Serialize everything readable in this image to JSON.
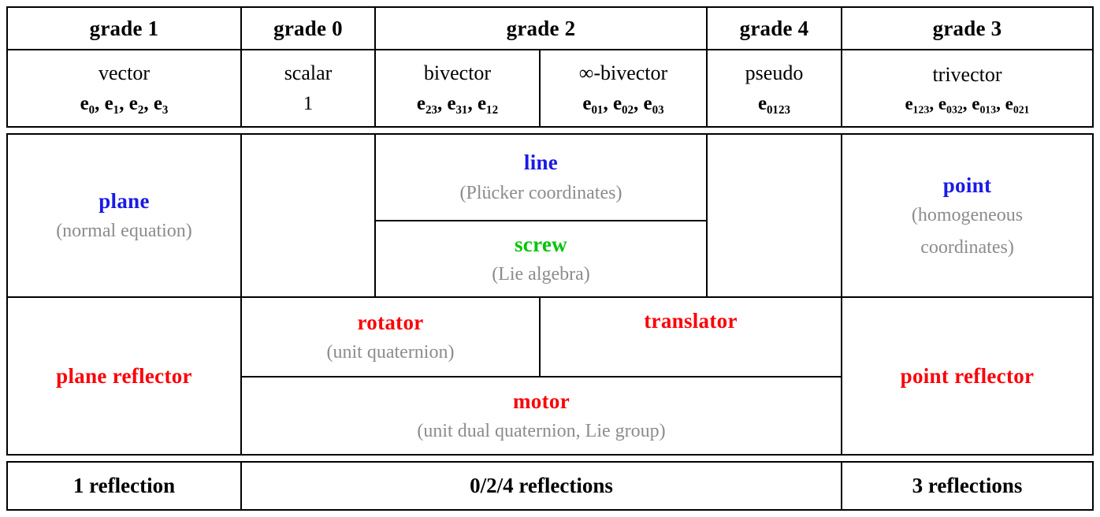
{
  "table": {
    "grades": [
      {
        "label": "grade 1"
      },
      {
        "label": "grade 0"
      },
      {
        "label": "grade 2"
      },
      {
        "label": "grade 4"
      },
      {
        "label": "grade 3"
      }
    ],
    "elements": [
      {
        "name": "vector",
        "basis": "e₀, e₁, e₂, e₃"
      },
      {
        "name": "scalar",
        "basis": "1"
      },
      {
        "name": "bivector",
        "basis": "e₂₃, e₃₁, e₁₂"
      },
      {
        "name": "∞-bivector",
        "basis": "e₀₁, e₀₂, e₀₃"
      },
      {
        "name": "pseudo",
        "basis": "e₀₁₂₃"
      },
      {
        "name": "trivector",
        "basis": "e₁₂₃, e₀₃₂, e₀₁₃, e₀₂₁"
      }
    ],
    "objects": [
      {
        "label": "plane",
        "note": "(normal equation)",
        "color": "#1a1ae6"
      },
      {
        "label": "line",
        "note": "(Plücker coordinates)",
        "color": "#1a1ae6"
      },
      {
        "label": "screw",
        "note": "(Lie algebra)",
        "color": "#06c406"
      },
      {
        "label": "point",
        "note_line1": "(homogeneous",
        "note_line2": "coordinates)",
        "color": "#1a1ae6"
      }
    ],
    "operators": [
      {
        "label": "plane reflector",
        "note": "",
        "color": "#fb0007"
      },
      {
        "label": "rotator",
        "note": "(unit quaternion)",
        "color": "#fb0007"
      },
      {
        "label": "translator",
        "note": "",
        "color": "#fb0007"
      },
      {
        "label": "motor",
        "note": "(unit dual quaternion, Lie group)",
        "color": "#fb0007"
      },
      {
        "label": "point reflector",
        "note": "",
        "color": "#fb0007"
      }
    ],
    "reflections": [
      {
        "label": "1 reflection"
      },
      {
        "label": "0/2/4 reflections"
      },
      {
        "label": "3 reflections"
      }
    ],
    "colors": {
      "blue": "#1a1ae6",
      "green": "#06c406",
      "red": "#fb0007",
      "gray": "#8c8c8c",
      "rule": "#000000"
    }
  }
}
